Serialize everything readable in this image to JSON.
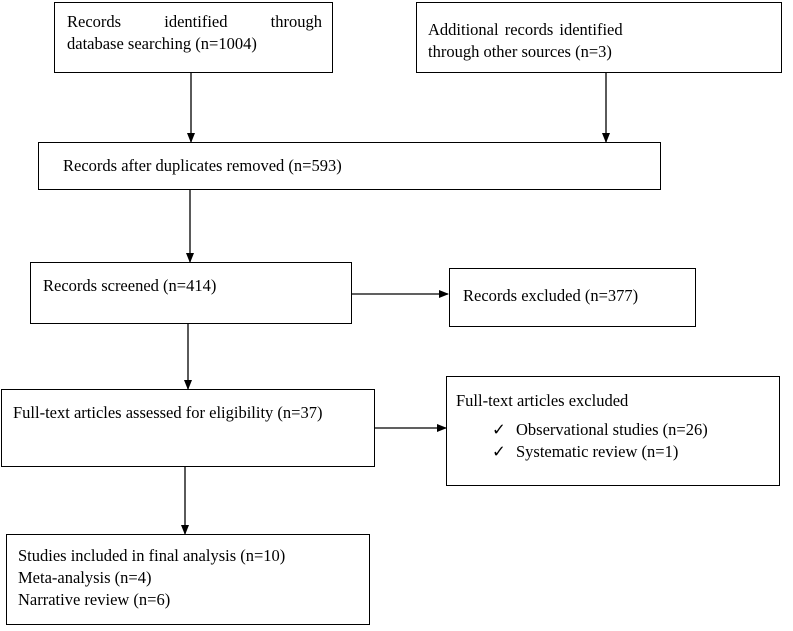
{
  "boxes": {
    "database_search": {
      "line1": "Records identified through",
      "line2": "database searching (n=1004)"
    },
    "other_sources": {
      "line1": "Additional records identified",
      "line2": "through other sources (n=3)"
    },
    "duplicates_removed": {
      "text": "Records after duplicates removed (n=593)"
    },
    "screened": {
      "text": "Records screened (n=414)"
    },
    "excluded": {
      "text": "Records excluded (n=377)"
    },
    "full_text_assessed": {
      "text": "Full-text articles assessed for eligibility (n=37)"
    },
    "full_text_excluded": {
      "title": "Full-text articles excluded",
      "items": [
        {
          "check": "✓",
          "text": "Observational studies (n=26)"
        },
        {
          "check": "✓",
          "text": "Systematic review (n=1)"
        }
      ]
    },
    "included": {
      "line1": "Studies included in final analysis (n=10)",
      "line2": "Meta-analysis (n=4)",
      "line3": "Narrative review (n=6)"
    }
  }
}
